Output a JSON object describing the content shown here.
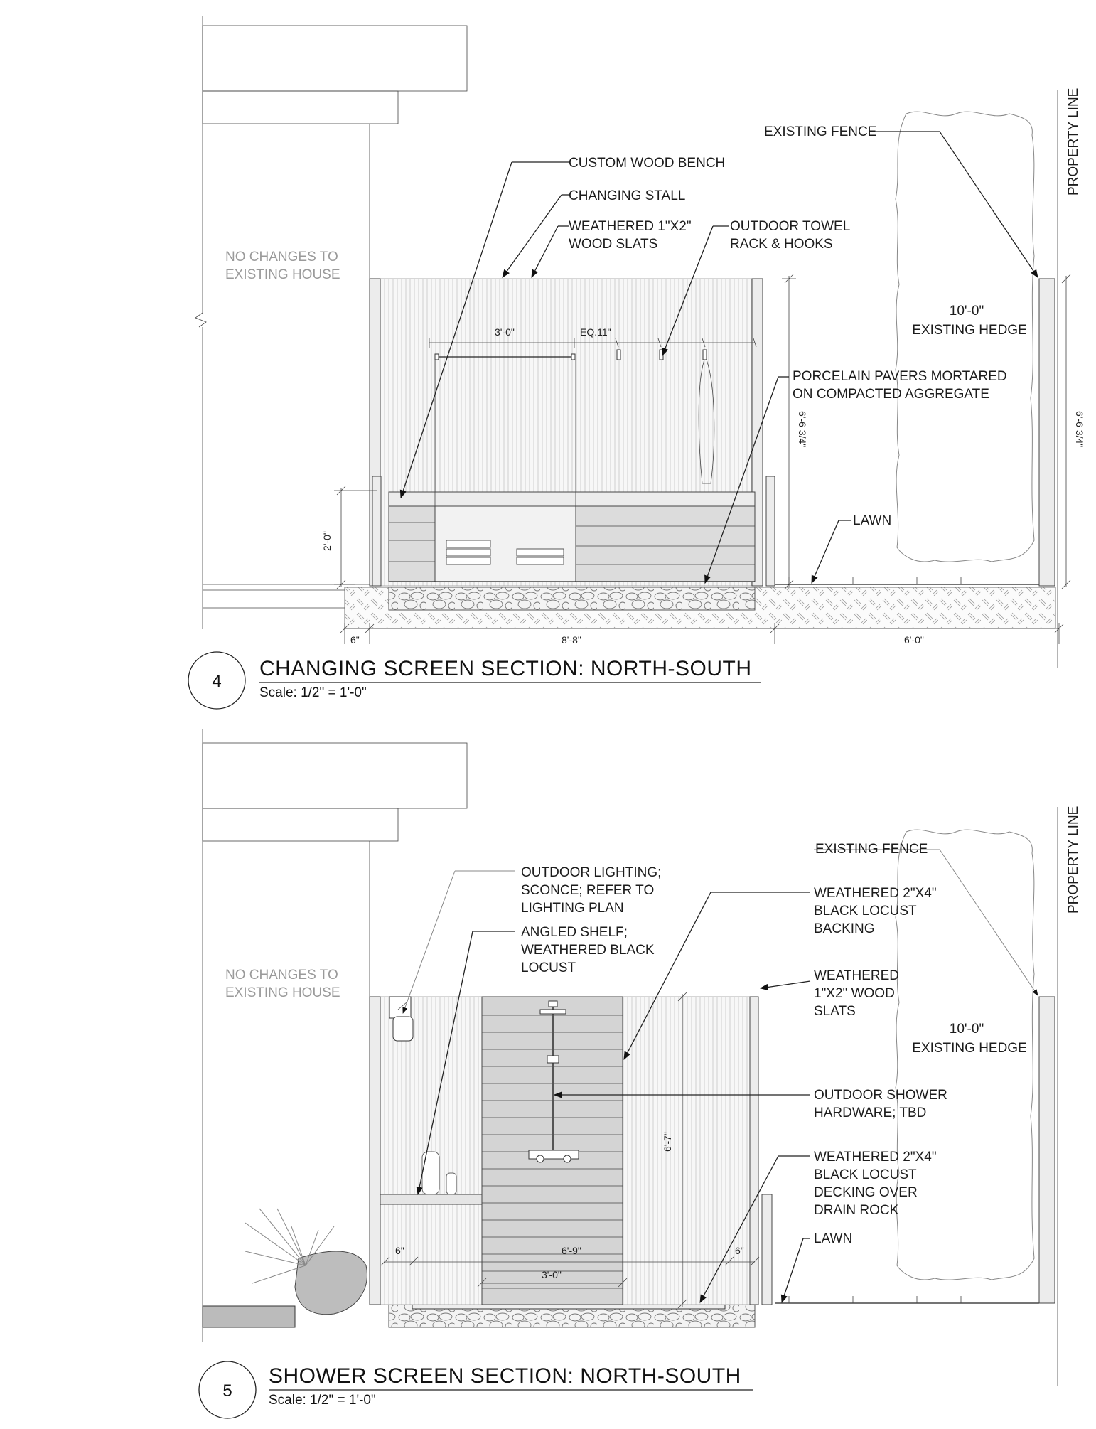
{
  "section4": {
    "house_note_1": "NO CHANGES TO",
    "house_note_2": "EXISTING HOUSE",
    "labels": {
      "bench": "CUSTOM WOOD BENCH",
      "stall": "CHANGING STALL",
      "slats_1": "WEATHERED 1\"X2\"",
      "slats_2": "WOOD SLATS",
      "towel_1": "OUTDOOR TOWEL",
      "towel_2": "RACK & HOOKS",
      "fence": "EXISTING FENCE",
      "property_line": "PROPERTY LINE",
      "hedge_1": "10'-0\"",
      "hedge_2": "EXISTING HEDGE",
      "pavers_1": "PORCELAIN PAVERS MORTARED",
      "pavers_2": "ON COMPACTED AGGREGATE",
      "lawn": "LAWN"
    },
    "dims": {
      "rack_width": "3'-0\"",
      "eq": "EQ.11\"",
      "height": "6'-6 3/4\"",
      "height_right": "6'-6 3/4\"",
      "bench_height": "2'-0\"",
      "left_offset": "6\"",
      "width": "8'-8\"",
      "lawn_width": "6'-0\""
    },
    "title_number": "4",
    "title": "CHANGING SCREEN SECTION: NORTH-SOUTH",
    "scale": "Scale: 1/2\" = 1'-0\""
  },
  "section5": {
    "house_note_1": "NO CHANGES TO",
    "house_note_2": "EXISTING HOUSE",
    "labels": {
      "lighting_1": "OUTDOOR LIGHTING;",
      "lighting_2": "SCONCE; REFER TO",
      "lighting_3": "LIGHTING PLAN",
      "shelf_1": "ANGLED SHELF;",
      "shelf_2": "WEATHERED BLACK",
      "shelf_3": "LOCUST",
      "fence": "EXISTING FENCE",
      "property_line": "PROPERTY LINE",
      "backing_1": "WEATHERED 2\"X4\"",
      "backing_2": "BLACK LOCUST",
      "backing_3": "BACKING",
      "slats_1": "WEATHERED",
      "slats_2": "1\"X2\" WOOD",
      "slats_3": "SLATS",
      "hedge_1": "10'-0\"",
      "hedge_2": "EXISTING HEDGE",
      "hardware_1": "OUTDOOR SHOWER",
      "hardware_2": "HARDWARE; TBD",
      "decking_1": "WEATHERED 2\"X4\"",
      "decking_2": "BLACK LOCUST",
      "decking_3": "DECKING OVER",
      "decking_4": "DRAIN ROCK",
      "lawn": "LAWN"
    },
    "dims": {
      "height": "6'-7\"",
      "left_offset": "6\"",
      "span": "6'-9\"",
      "right_offset": "6\"",
      "backing_width": "3'-0\""
    },
    "title_number": "5",
    "title": "SHOWER SCREEN SECTION: NORTH-SOUTH",
    "scale": "Scale: 1/2\" = 1'-0\""
  }
}
